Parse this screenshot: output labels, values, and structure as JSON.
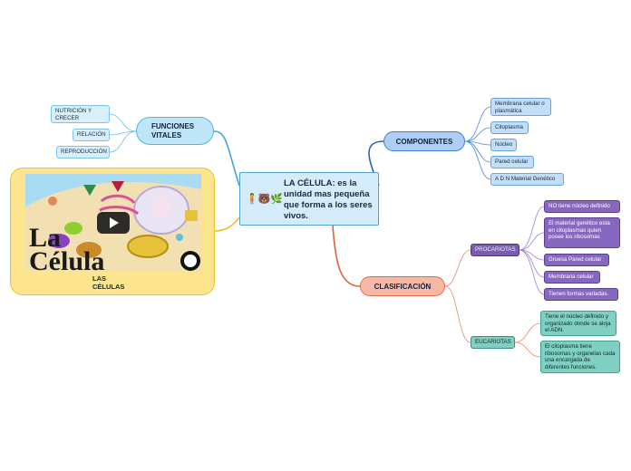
{
  "central": {
    "title": "LA CÉLULA: es la unidad mas pequeña que forma a los seres vivos.",
    "icons": [
      "person-icon",
      "bear-icon",
      "plant-icon"
    ]
  },
  "funciones": {
    "label": "FUNCIONES VITALES",
    "items": [
      "NUTRICIÓN Y CRECER",
      "RELACIÓN",
      "REPRODUCCIÓN"
    ]
  },
  "componentes": {
    "label": "COMPONENTES",
    "items": [
      "Membrana celular o plasmática",
      "Citoplasma",
      "Núcleo",
      "Pared celular",
      "A D N Material Genético"
    ]
  },
  "clasificacion": {
    "label": "CLASIFICACIÓN",
    "procariotas": {
      "label": "PROCARIOTAS",
      "items": [
        "NO tiene núcleo definido",
        "El material genético esta en citoplasmas quien posee los ribosomas",
        "Gruesa Pared celular",
        "Membrana celular",
        "Tienen formas variadas."
      ]
    },
    "eucariotas": {
      "label": "EUCARIOTAS",
      "items": [
        "Tiene el núcleo definido y organizado donde se aloja el ADN.",
        "El citoplasma tiene ribosomas y organelas cada una encargada de diferentes funciones."
      ]
    }
  },
  "video": {
    "thumb_title": "La Célula",
    "label": "LAS CÉLULAS"
  },
  "colors": {
    "blue_line": "#2b6fd0",
    "light_blue_line": "#5bb3e0",
    "orange_line": "#e06a4a",
    "purple": "#8867c0",
    "teal": "#7fd0c3",
    "yellow": "#fde58f"
  }
}
